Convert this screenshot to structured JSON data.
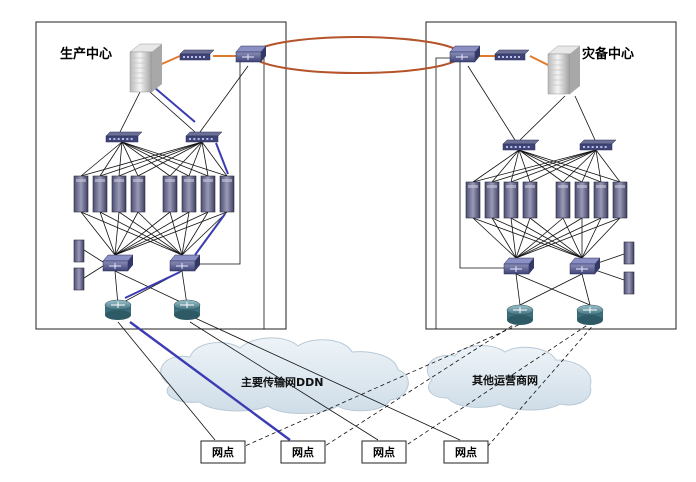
{
  "labels": {
    "production_center": "生产中心",
    "backup_center": "灾备中心",
    "main_network": "主要传输网DDN",
    "other_network": "其他运营商网",
    "site": "网点"
  },
  "sites": [
    "网点",
    "网点",
    "网点",
    "网点"
  ],
  "colors": {
    "blue_link": "#3b3bb3",
    "orange_link": "#e07a2c",
    "ring": "#b5542a",
    "server": "#6b6b8e",
    "cloud": "#dde8f0"
  },
  "icons": {
    "mainframe": "mainframe-icon",
    "switch": "switch-icon",
    "server": "server-icon",
    "router": "router-icon",
    "cloud": "cloud-icon"
  }
}
